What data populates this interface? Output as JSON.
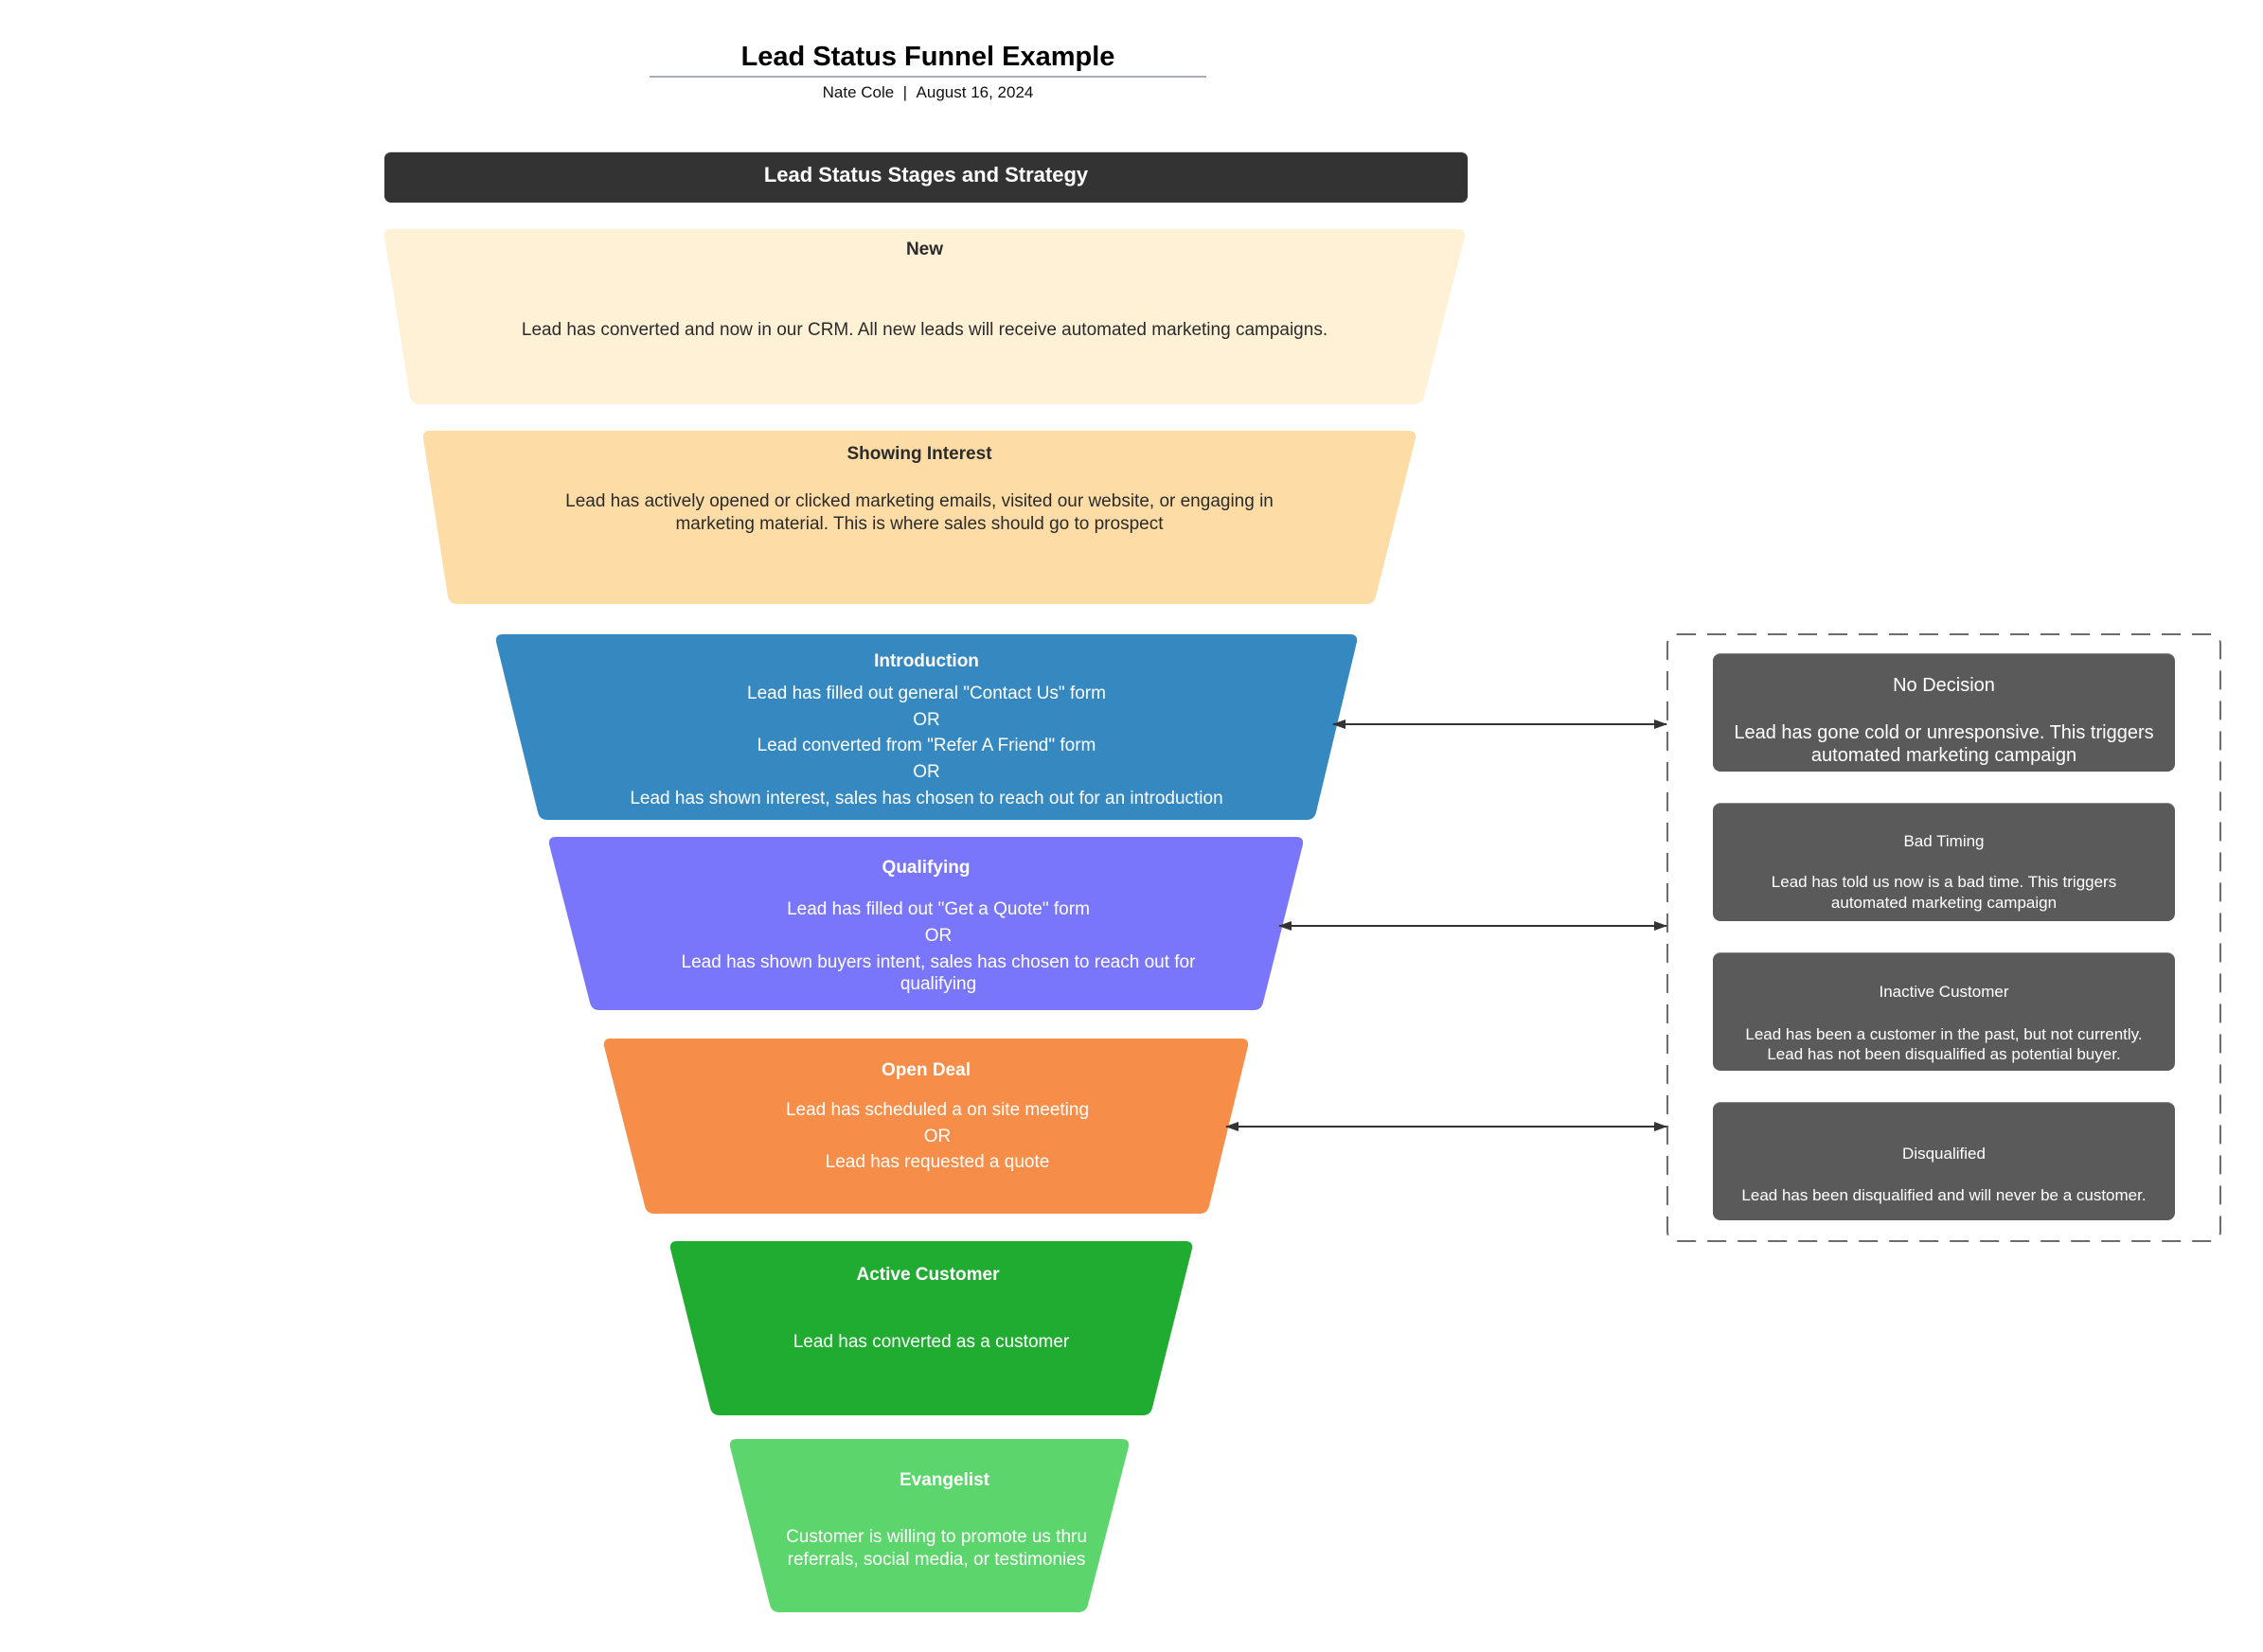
{
  "document": {
    "title": "Lead Status Funnel Example",
    "author": "Nate Cole",
    "separator": "|",
    "date": "August 16, 2024"
  },
  "header": {
    "label": "Lead Status Stages and Strategy",
    "color": "#333333"
  },
  "funnel": {
    "stages": [
      {
        "title": "New",
        "color": "#FFF1D6",
        "text_color": "#2b2b2b",
        "lines": [
          "Lead has converted and now in our CRM.  All new leads will receive automated marketing campaigns."
        ]
      },
      {
        "title": "Showing Interest",
        "color": "#FDDCA6",
        "text_color": "#2b2b2b",
        "lines": [
          "Lead has actively opened or clicked marketing emails, visited our website, or engaging in",
          "marketing material. This is where sales should go to prospect"
        ]
      },
      {
        "title": "Introduction",
        "color": "#3589C0",
        "text_color": "#ffffff",
        "lines": [
          "Lead has filled out general \"Contact Us\" form",
          "OR",
          "Lead converted from \"Refer A Friend\" form",
          "OR",
          "Lead has shown interest, sales has chosen to reach out for an introduction"
        ]
      },
      {
        "title": "Qualifying",
        "color": "#7A76FC",
        "text_color": "#ffffff",
        "lines": [
          "Lead has filled out \"Get a Quote\" form",
          "OR",
          "Lead has shown buyers intent, sales has chosen to reach out for",
          "qualifying"
        ]
      },
      {
        "title": "Open Deal",
        "color": "#F68D49",
        "text_color": "#ffffff",
        "lines": [
          "Lead has scheduled a on site meeting",
          "OR",
          "Lead has requested a quote"
        ]
      },
      {
        "title": "Active Customer",
        "color": "#1FAC31",
        "text_color": "#ffffff",
        "lines": [
          "Lead has converted as a customer"
        ]
      },
      {
        "title": "Evangelist",
        "color": "#5CD66C",
        "text_color": "#ffffff",
        "lines": [
          "Customer is willing to promote us thru",
          "referrals, social media, or testimonies"
        ]
      }
    ]
  },
  "connectors": [
    {
      "from": "Introduction",
      "to": "exit-statuses",
      "type": "bidirectional-arrow"
    },
    {
      "from": "Qualifying",
      "to": "exit-statuses",
      "type": "bidirectional-arrow"
    },
    {
      "from": "Open Deal",
      "to": "exit-statuses",
      "type": "bidirectional-arrow"
    }
  ],
  "exit_statuses": {
    "container_style": "dashed",
    "card_color": "#5A5A5A",
    "cards": [
      {
        "title": "No Decision",
        "lines": [
          "Lead has gone cold or unresponsive. This triggers",
          "automated marketing campaign"
        ]
      },
      {
        "title": "Bad Timing",
        "lines": [
          "Lead has told us now is a bad time.  This triggers",
          "automated marketing campaign"
        ]
      },
      {
        "title": "Inactive Customer",
        "lines": [
          "Lead has been a customer in the past, but not currently.",
          "Lead has not been disqualified as potential buyer."
        ]
      },
      {
        "title": "Disqualified",
        "lines": [
          "Lead has been disqualified and will never be a customer."
        ]
      }
    ]
  }
}
